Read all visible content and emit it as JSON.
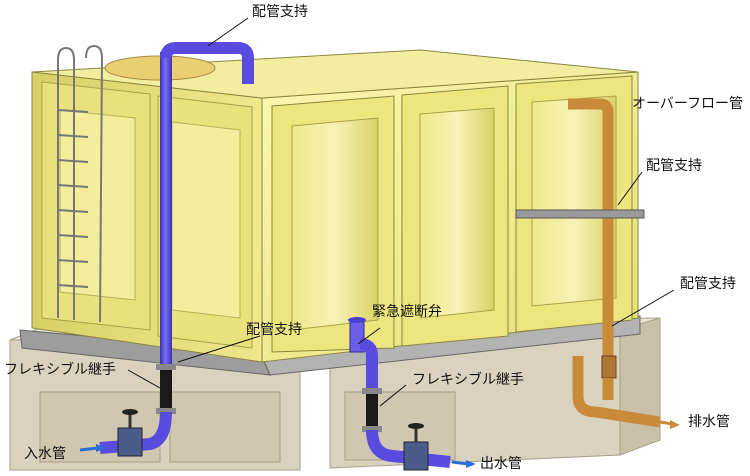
{
  "labels": {
    "pipe_support_top": "配管支持",
    "overflow_pipe": "オーバーフロー管",
    "pipe_support_right_upper": "配管支持",
    "pipe_support_right_lower": "配管支持",
    "emergency_shutoff_valve": "緊急遮断弁",
    "pipe_support_center": "配管支持",
    "flexible_joint_left": "フレキシブル継手",
    "flexible_joint_right": "フレキシブル継手",
    "inlet_pipe": "入水管",
    "outlet_pipe": "出水管",
    "drain_pipe": "排水管"
  },
  "colors": {
    "tank_fill": "#f2ec8a",
    "tank_shadow": "#c9c25a",
    "tank_edge": "#8a8640",
    "frame": "#8f8f8f",
    "concrete": "#d9d2bf",
    "blue_pipe": "#5a4be0",
    "orange_pipe": "#c98a3a",
    "arrow": "#2a6fd6"
  }
}
